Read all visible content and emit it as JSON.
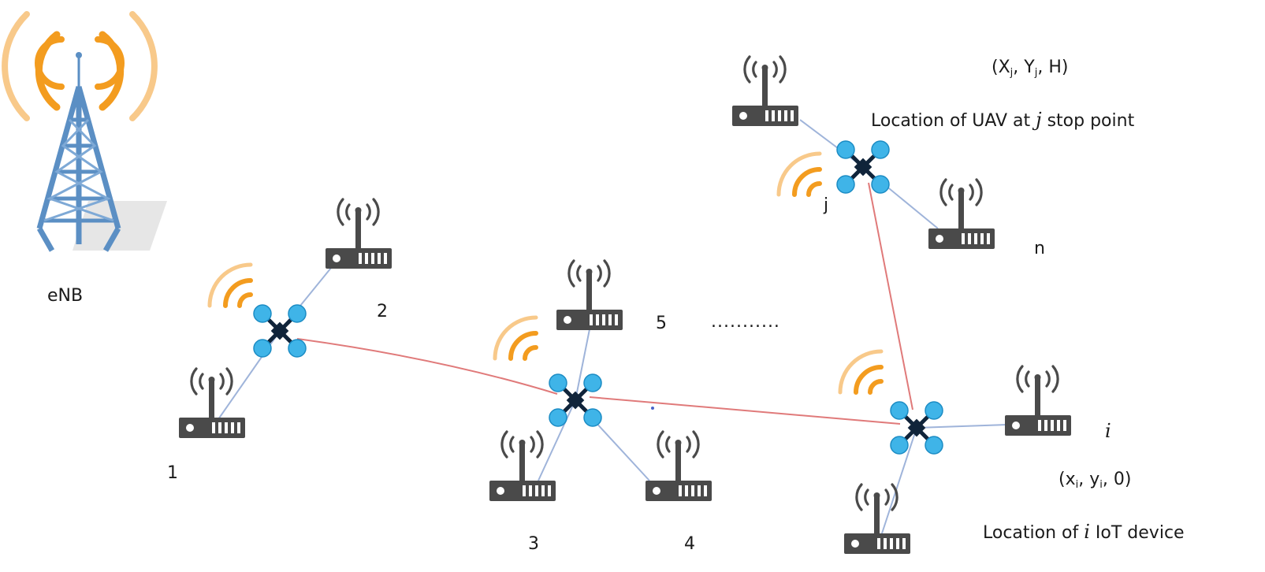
{
  "labels": {
    "enb": "eNB",
    "device_1": "1",
    "device_2": "2",
    "device_3": "3",
    "device_4": "4",
    "device_5": "5",
    "device_n": "n",
    "ellipsis": "...........",
    "stop_j": "j",
    "device_i": "i",
    "uav_coord": {
      "open": "(X",
      "sub1": "j",
      "mid": ", Y",
      "sub2": "j",
      "close": ", H)"
    },
    "uav_caption": {
      "before": "Location of UAV at ",
      "var": "j",
      "after": " stop point"
    },
    "iot_coord": {
      "open": "(x",
      "sub1": "i",
      "mid": ", y",
      "sub2": "i",
      "close": ", 0)"
    },
    "iot_caption": {
      "before": "Location of ",
      "var": "i",
      "after": " IoT device"
    }
  },
  "icons": {
    "tower": "cell-tower-icon",
    "router": "iot-router-icon",
    "uav": "quadcopter-drone-icon",
    "signal": "wireless-signal-icon"
  },
  "colors": {
    "uav_link": "#e07a7a",
    "device_link": "#9fb4da",
    "drone_rotor": "#3fb4e8",
    "drone_body": "#10243a",
    "router_body": "#4a4a4a",
    "signal": "#f39c1f",
    "tower": "#5b8fc4"
  }
}
